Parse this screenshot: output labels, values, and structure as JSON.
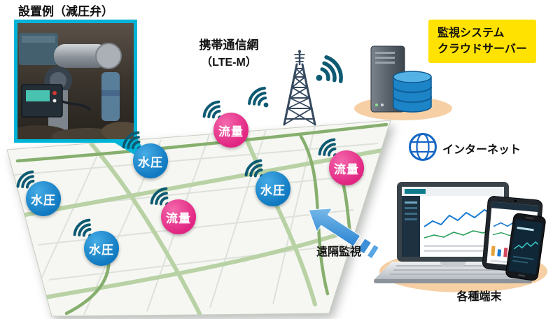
{
  "colors": {
    "pressure_badge": "#1079c0",
    "flow_badge": "#e12582",
    "cloud_box_bg": "#ffe200",
    "photo_border": "#00b4d8",
    "wifi": "#0d5a72",
    "tower": "#35495e",
    "stand_ellipse": "#f6cfa4"
  },
  "photo_callout": {
    "caption": "設置例（減圧弁）"
  },
  "network": {
    "line1": "携帯通信網",
    "line2": "（LTE-M）"
  },
  "cloud_server": {
    "line1": "監視システム",
    "line2": "クラウドサーバー"
  },
  "internet_label": "インターネット",
  "remote_monitoring_label": "遠隔監視",
  "terminals_label": "各種端末",
  "sensors": [
    {
      "id": "pressure-1",
      "type": "pressure",
      "label": "水圧"
    },
    {
      "id": "flow-1",
      "type": "flow",
      "label": "流量"
    },
    {
      "id": "pressure-2",
      "type": "pressure",
      "label": "水圧"
    },
    {
      "id": "flow-2",
      "type": "flow",
      "label": "流量"
    },
    {
      "id": "pressure-3",
      "type": "pressure",
      "label": "水圧"
    },
    {
      "id": "flow-3",
      "type": "flow",
      "label": "流量"
    },
    {
      "id": "pressure-4",
      "type": "pressure",
      "label": "水圧"
    }
  ]
}
